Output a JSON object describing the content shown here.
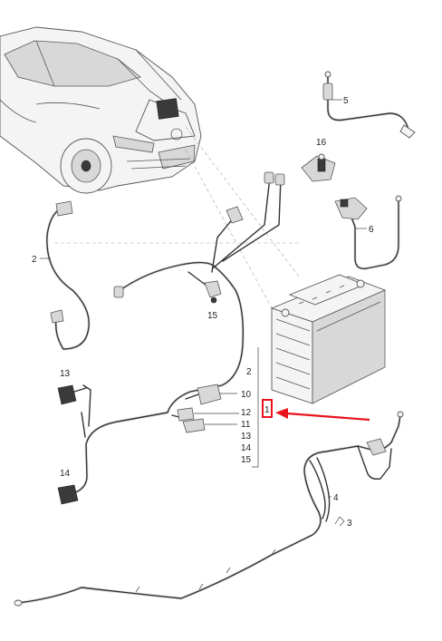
{
  "diagram": {
    "callouts": {
      "c1": "1",
      "c2a": "2",
      "c2b": "2",
      "c3": "3",
      "c4": "4",
      "c5": "5",
      "c6": "6",
      "c10": "10",
      "c11": "11",
      "c12": "12",
      "c13a": "13",
      "c13b": "13",
      "c14a": "14",
      "c14b": "14",
      "c15a": "15",
      "c15b": "15",
      "c16": "16"
    },
    "colors": {
      "highlight": "#e8141c",
      "line": "#333333",
      "fill": "#f2f2f2"
    }
  }
}
